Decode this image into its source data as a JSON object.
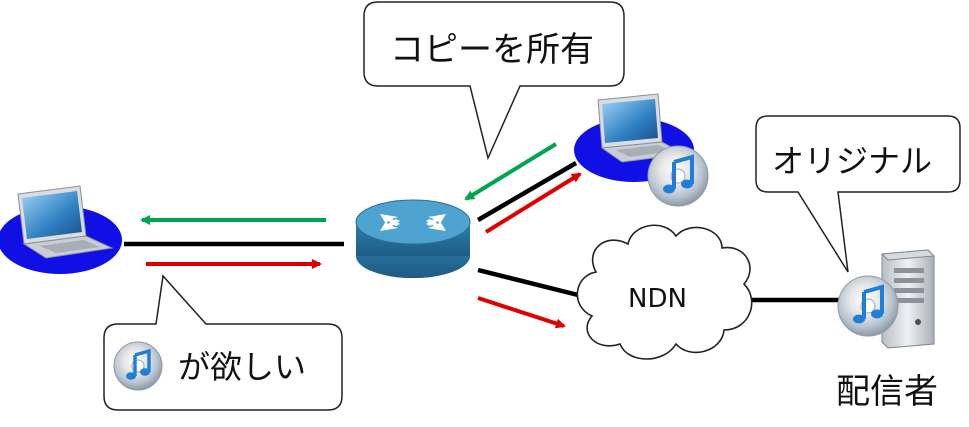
{
  "bubble_copy": "コピーを所有",
  "bubble_original": "オリジナル",
  "bubble_want": "が欲しい",
  "cloud_label": "NDN",
  "server_label": "配信者",
  "colors": {
    "interest_arrow": "#e00000",
    "data_arrow": "#00a550",
    "link": "#000000",
    "node_disc": "#1010e6",
    "router": "#3a93c2"
  },
  "icons": [
    "laptop-icon",
    "router-icon",
    "music-disc-icon",
    "server-icon",
    "cloud-icon"
  ]
}
